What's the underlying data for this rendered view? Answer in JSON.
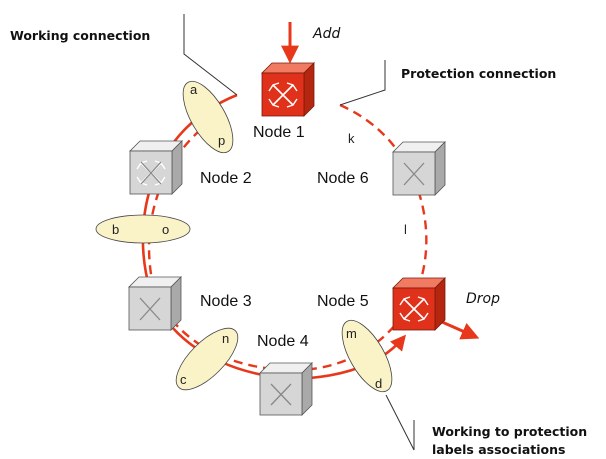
{
  "callouts": {
    "working": "Working connection",
    "protection": "Protection connection",
    "assoc_line1": "Working to protection",
    "assoc_line2": "labels associations"
  },
  "arrows": {
    "add": "Add",
    "drop": "Drop"
  },
  "nodes": [
    {
      "id": "node1",
      "label": "Node 1",
      "highlighted": true
    },
    {
      "id": "node2",
      "label": "Node 2",
      "highlighted": false
    },
    {
      "id": "node3",
      "label": "Node 3",
      "highlighted": false
    },
    {
      "id": "node4",
      "label": "Node 4",
      "highlighted": false
    },
    {
      "id": "node5",
      "label": "Node 5",
      "highlighted": true
    },
    {
      "id": "node6",
      "label": "Node 6",
      "highlighted": false
    }
  ],
  "label_pairs": [
    {
      "working": "a",
      "protection": "p"
    },
    {
      "working": "b",
      "protection": "o"
    },
    {
      "working": "c",
      "protection": "n"
    },
    {
      "working": "d",
      "protection": "m"
    }
  ],
  "protection_labels": {
    "k": "k",
    "l": "l"
  },
  "colors": {
    "working_path": "#e8381b",
    "protection_path": "#e8381b",
    "highlight_node": "#e0321a",
    "normal_node": "#d6d6d6",
    "label_ellipse": "#fbf3c8"
  }
}
